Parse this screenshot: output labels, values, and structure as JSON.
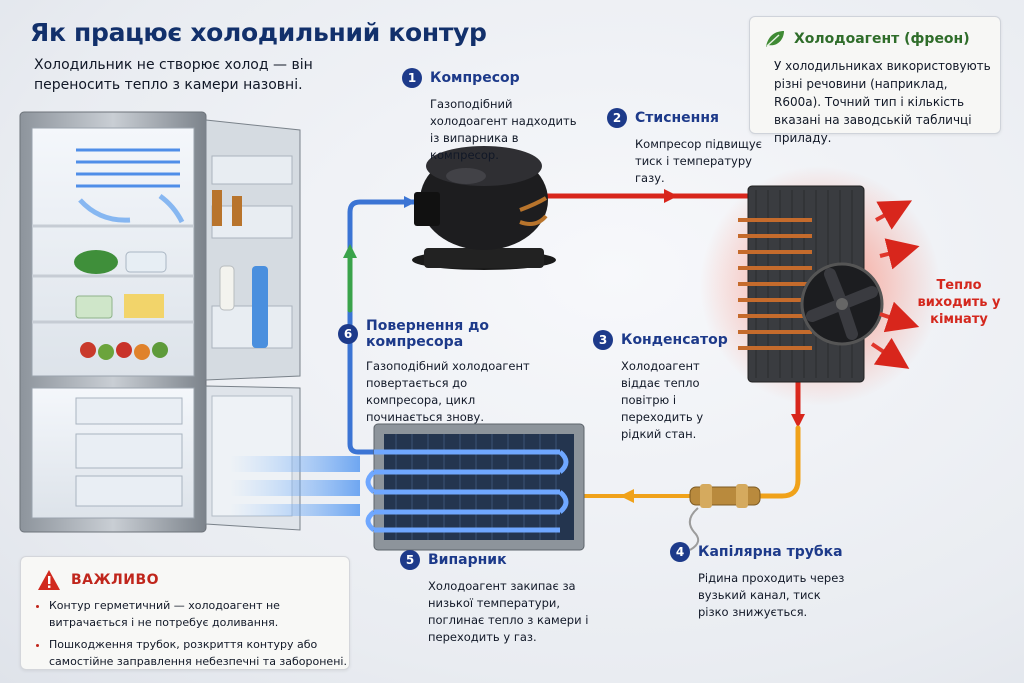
{
  "header": {
    "title": "Як працює холодильний контур",
    "subtitle": "Холодильник не створює холод — він переносить тепло з камери назовні."
  },
  "steps": [
    {
      "num": "1",
      "name": "Компресор",
      "desc": "Газоподібний холодоагент надходить із випарника в компресор."
    },
    {
      "num": "2",
      "name": "Стиснення",
      "desc": "Компресор підвищує тиск і температуру газу."
    },
    {
      "num": "3",
      "name": "Конденсатор",
      "desc": "Холодоагент віддає тепло повітрю і переходить у рідкий стан."
    },
    {
      "num": "4",
      "name": "Капілярна трубка",
      "desc": "Рідина проходить через вузький канал, тиск різко знижується."
    },
    {
      "num": "5",
      "name": "Випарник",
      "desc": "Холодоагент закипає за низької температури, поглинає тепло з камери і переходить у газ."
    },
    {
      "num": "6",
      "name": "Повернення до компресора",
      "desc": "Газоподібний холодоагент повертається до компресора, цикл починається знову."
    }
  ],
  "freon_card": {
    "title": "Холодоагент (фреон)",
    "body": "У холодильниках використовують різні речовини (наприклад, R600a). Точний тип і кількість вказані на заводській табличці приладу.",
    "icon": "leaf-icon"
  },
  "warning_card": {
    "title": "ВАЖЛИВО",
    "icon": "warning-icon",
    "items": [
      "Контур герметичний — холодоагент не витрачається і не потребує доливання.",
      "Пошкодження трубок, розкриття контуру або самостійне заправлення небезпечні та заборонені."
    ]
  },
  "heat_label": "Тепло виходить у кімнату",
  "colors": {
    "hot_line": "#d8261c",
    "warm_line": "#f0a21a",
    "cold_line": "#2f6fd6",
    "return_line": "#3aa34a",
    "accent": "#1d3a8a"
  }
}
